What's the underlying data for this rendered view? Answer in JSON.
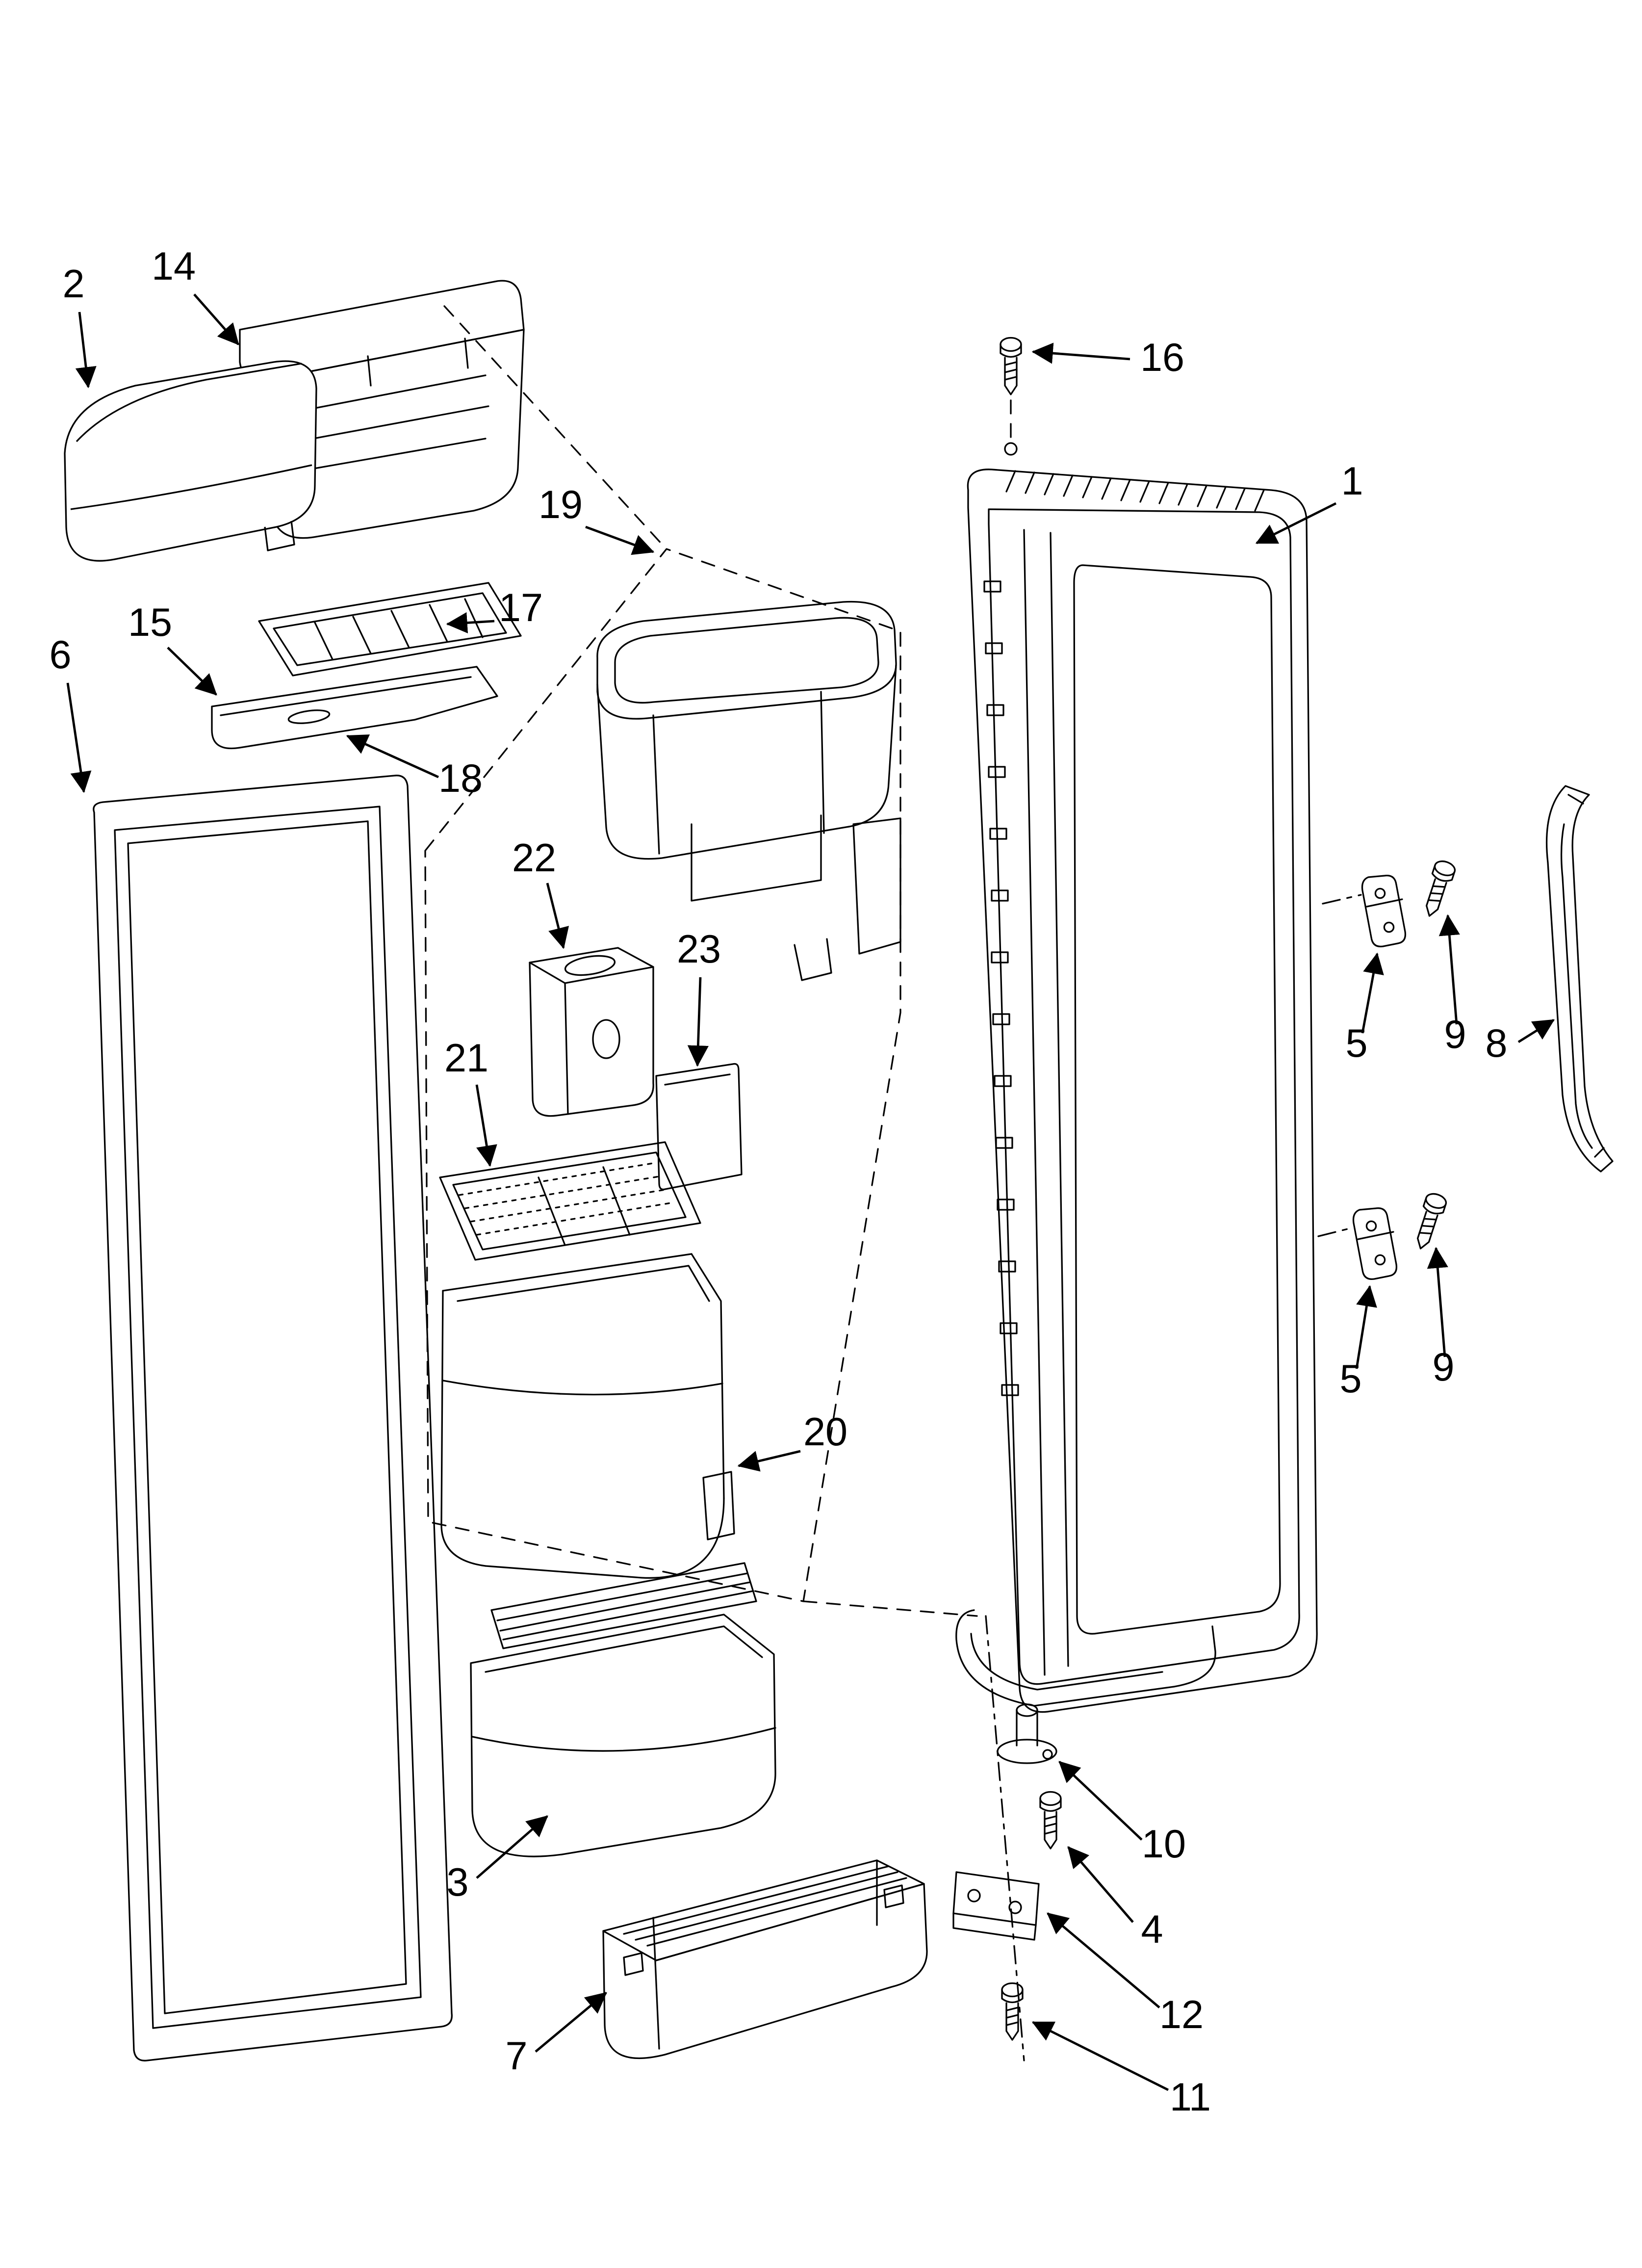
{
  "diagram": {
    "kind": "exploded-parts-diagram",
    "colors": {
      "background": "#ffffff",
      "line": "#000000",
      "label": "#000000"
    }
  },
  "callouts": [
    {
      "label": "2"
    },
    {
      "label": "14"
    },
    {
      "label": "16"
    },
    {
      "label": "1"
    },
    {
      "label": "19"
    },
    {
      "label": "17"
    },
    {
      "label": "15"
    },
    {
      "label": "18"
    },
    {
      "label": "6"
    },
    {
      "label": "22"
    },
    {
      "label": "23"
    },
    {
      "label": "21"
    },
    {
      "label": "20"
    },
    {
      "label": "5"
    },
    {
      "label": "9"
    },
    {
      "label": "8"
    },
    {
      "label": "5"
    },
    {
      "label": "9"
    },
    {
      "label": "3"
    },
    {
      "label": "10"
    },
    {
      "label": "4"
    },
    {
      "label": "12"
    },
    {
      "label": "7"
    },
    {
      "label": "11"
    }
  ]
}
